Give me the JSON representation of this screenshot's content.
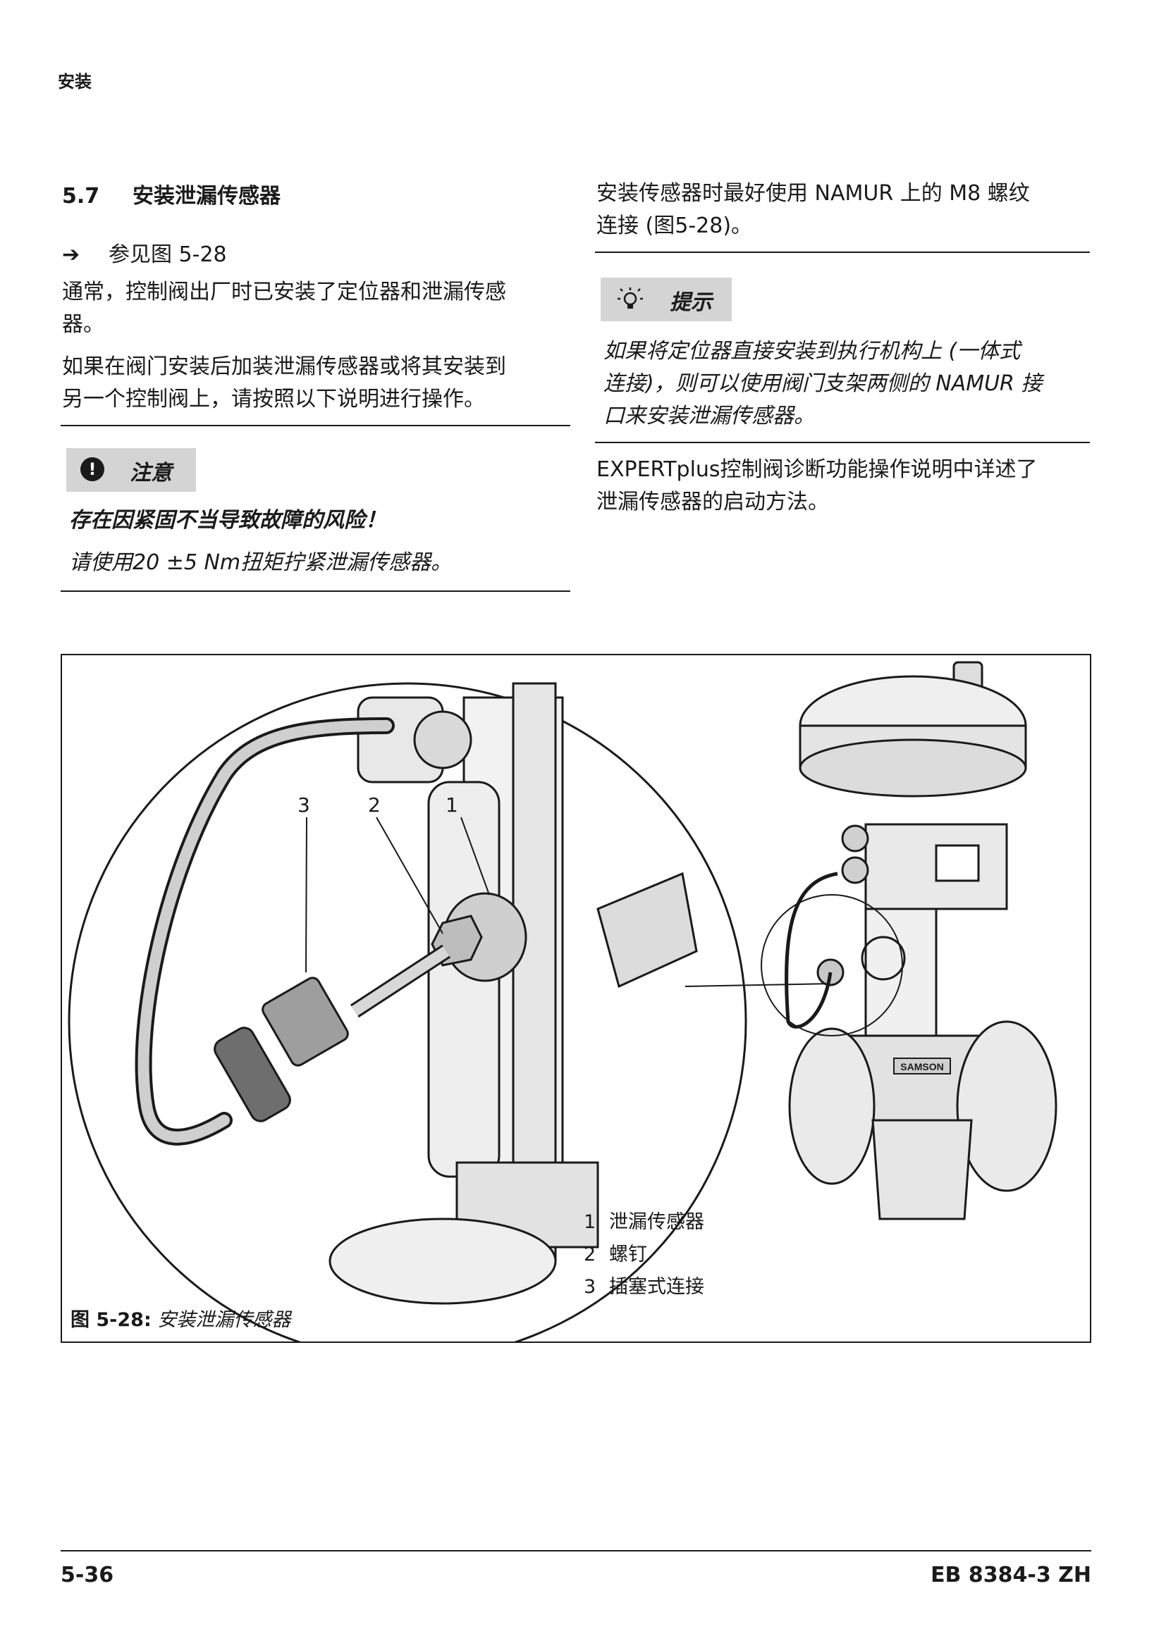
{
  "header": {
    "label": "安装"
  },
  "section": {
    "number": "5.7",
    "title": "安装泄漏传感器",
    "reference": "参见图 5-28",
    "para1_line1": "通常，控制阀出厂时已安装了定位器和泄漏传感",
    "para1_line2": "器。",
    "para2_line1": "如果在阀门安装后加装泄漏传感器或将其安装到",
    "para2_line2": "另一个控制阀上，请按照以下说明进行操作。"
  },
  "notice": {
    "label": "注意",
    "heading": "存在因紧固不当导致故障的风险！",
    "text": "请使用20 ±5 Nm扭矩拧紧泄漏传感器。"
  },
  "right_col": {
    "para1_line1": "安装传感器时最好使用 NAMUR 上的 M8 螺纹",
    "para1_line2": "连接 (图5-28)。",
    "tip_label": "提示",
    "tip_line1": "如果将定位器直接安装到执行机构上 (一体式",
    "tip_line2": "连接)，则可以使用阀门支架两侧的 NAMUR 接",
    "tip_line3": "口来安装泄漏传感器。",
    "para2_line1": "EXPERTplus控制阀诊断功能操作说明中详述了",
    "para2_line2": "泄漏传感器的启动方法。"
  },
  "figure": {
    "callouts": [
      "3",
      "2",
      "1"
    ],
    "brand": "SAMSON",
    "legend": [
      {
        "num": "1",
        "text": "泄漏传感器"
      },
      {
        "num": "2",
        "text": "螺钉"
      },
      {
        "num": "3",
        "text": "插塞式连接"
      }
    ],
    "caption_prefix": "图 5-28:",
    "caption_text": "安装泄漏传感器"
  },
  "footer": {
    "page": "5-36",
    "doc": "EB 8384-3 ZH"
  }
}
